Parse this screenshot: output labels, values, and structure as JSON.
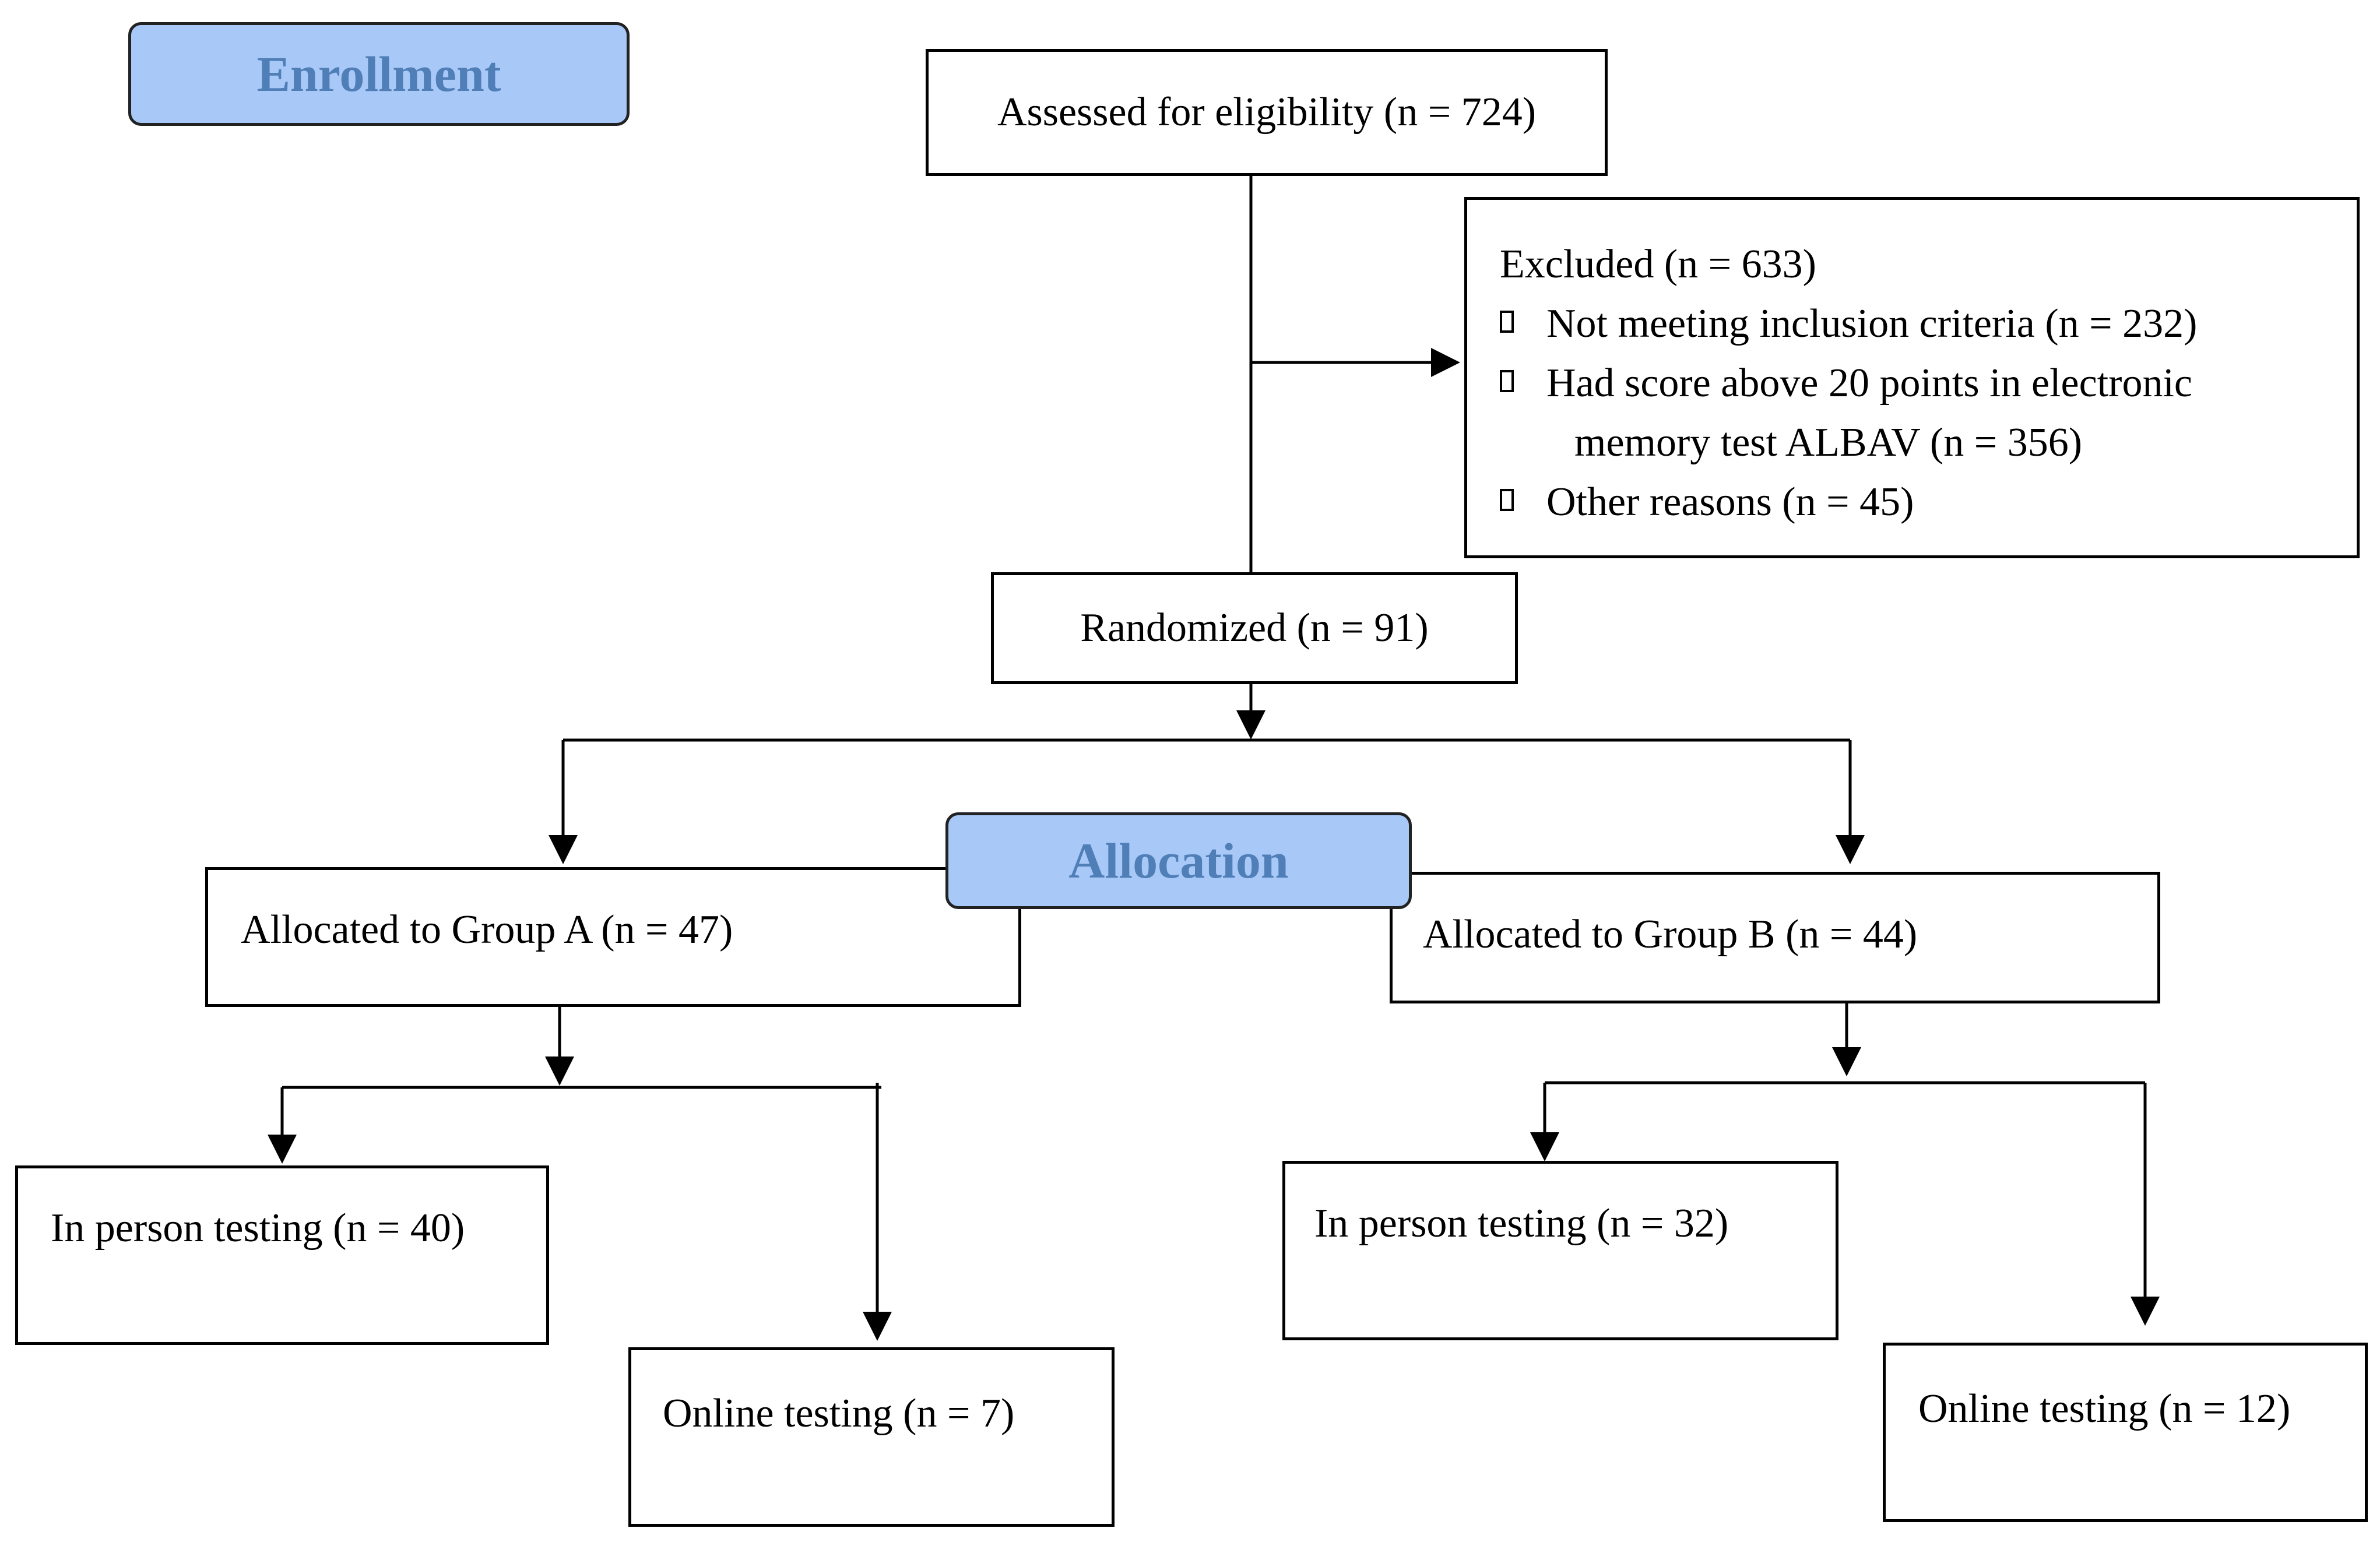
{
  "stages": {
    "enrollment": "Enrollment",
    "allocation": "Allocation"
  },
  "assessed": "Assessed for eligibility (n = 724)",
  "excluded": {
    "title": "Excluded (n = 633)",
    "reasons": [
      {
        "line1": "Not meeting inclusion criteria (n = 232)",
        "line2": ""
      },
      {
        "line1": "Had score above 20 points in electronic",
        "line2": "memory test ALBAV (n = 356)"
      },
      {
        "line1": "Other reasons (n = 45)",
        "line2": ""
      }
    ]
  },
  "randomized": "Randomized (n = 91)",
  "groups": {
    "a": {
      "allocated": "Allocated to Group A (n = 47)",
      "in_person": "In person testing (n = 40)",
      "online": "Online testing (n = 7)"
    },
    "b": {
      "allocated": "Allocated to Group B (n = 44)",
      "in_person": "In person testing (n = 32)",
      "online": "Online testing (n = 12)"
    }
  },
  "colors": {
    "stage_fill": "#a8c8f8",
    "stage_text": "#4f7fb6",
    "line": "#000000"
  }
}
